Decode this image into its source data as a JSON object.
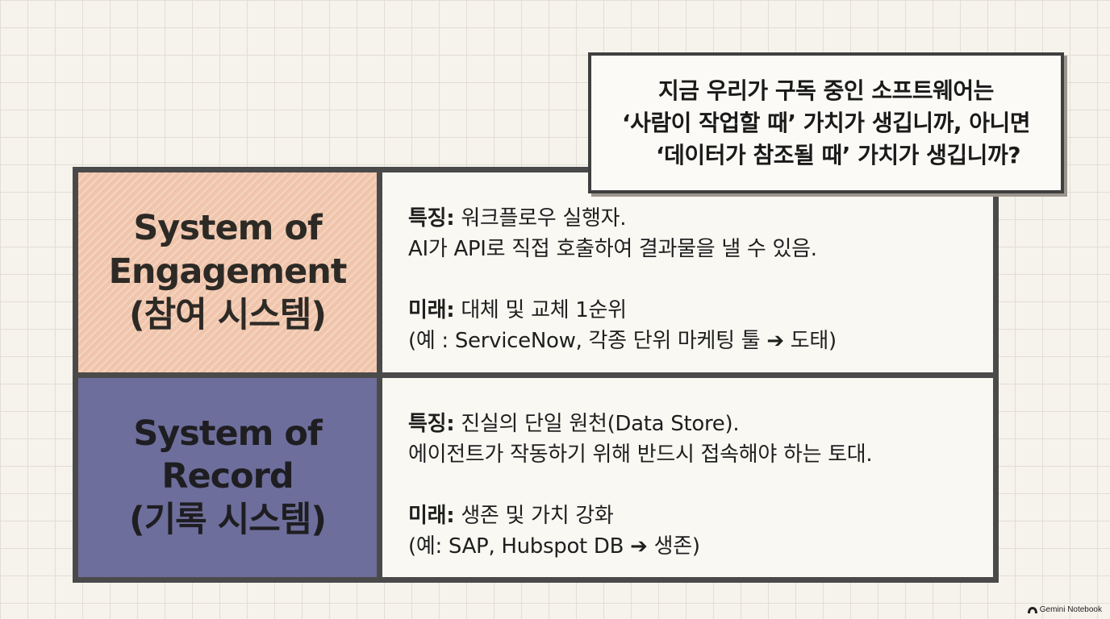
{
  "callout": {
    "line1": "지금 우리가 구독 중인 소프트웨어는",
    "line2": "‘사람이 작업할 때’ 가치가 생깁니까, 아니면",
    "line3": "‘데이터가 참조될 때’ 가치가 생깁니까?"
  },
  "rows": [
    {
      "title_line1": "System of",
      "title_line2": "Engagement",
      "title_line3": "(참여 시스템)",
      "feature_label": "특징:",
      "feature_text": "워크플로우 실행자.",
      "feature_detail": "AI가 API로 직접 호출하여 결과물을 낼 수 있음.",
      "future_label": "미래:",
      "future_text": "대체 및 교체 1순위",
      "future_example": "(예 : ServiceNow, 각종 단위 마케팅 툴 ➔ 도태)"
    },
    {
      "title_line1": "System of",
      "title_line2": "Record",
      "title_line3": "(기록 시스템)",
      "feature_label": "특징:",
      "feature_text": "진실의 단일 원천(Data Store).",
      "feature_detail": "에이전트가 작동하기 위해 반드시 접속해야 하는 토대.",
      "future_label": "미래:",
      "future_text": "생존 및 가치 강화",
      "future_example": "(예: SAP, Hubspot DB ➔ 생존)"
    }
  ],
  "watermark": {
    "text": "Gemini Notebook",
    "icon": "notebook-logo-icon"
  },
  "colors": {
    "engagement_fill": "#f0c5ab",
    "record_fill": "#6e6e9c",
    "border": "#4a4a4a",
    "background": "#f6f3ec"
  }
}
